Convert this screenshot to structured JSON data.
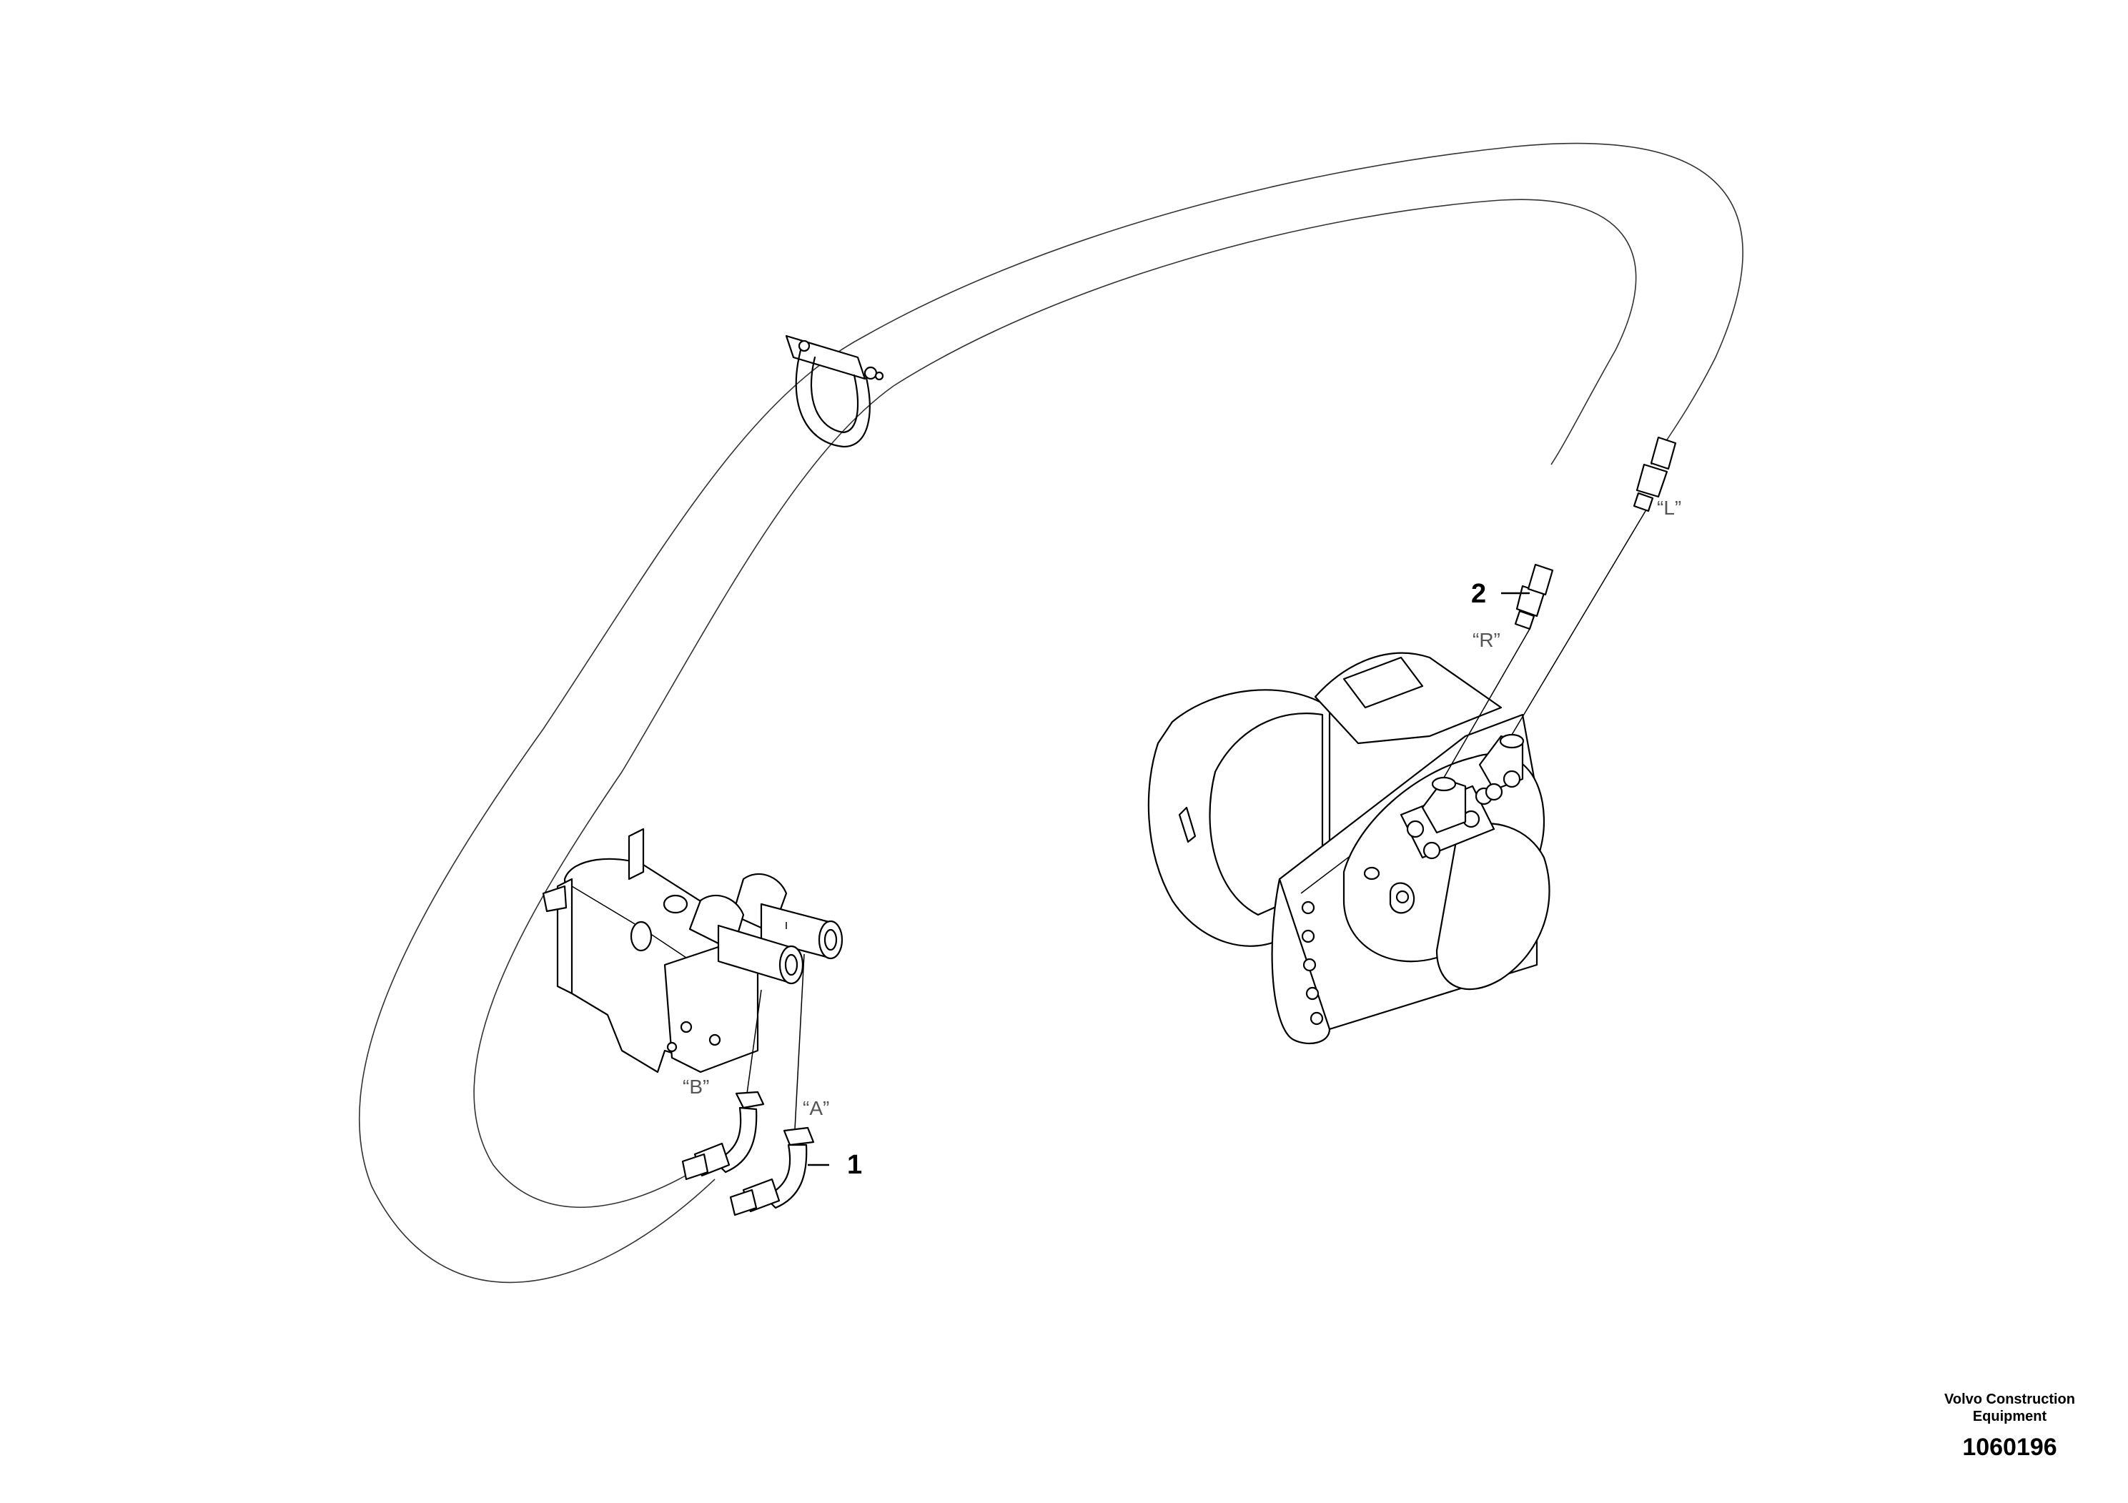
{
  "callouts": {
    "item1": "1",
    "item2": "2"
  },
  "ports": {
    "a": "“A”",
    "b": "“B”",
    "r": "“R”",
    "l": "“L”"
  },
  "footer": {
    "maker_line1": "Volvo Construction",
    "maker_line2": "Equipment",
    "drawing_number": "1060196"
  }
}
